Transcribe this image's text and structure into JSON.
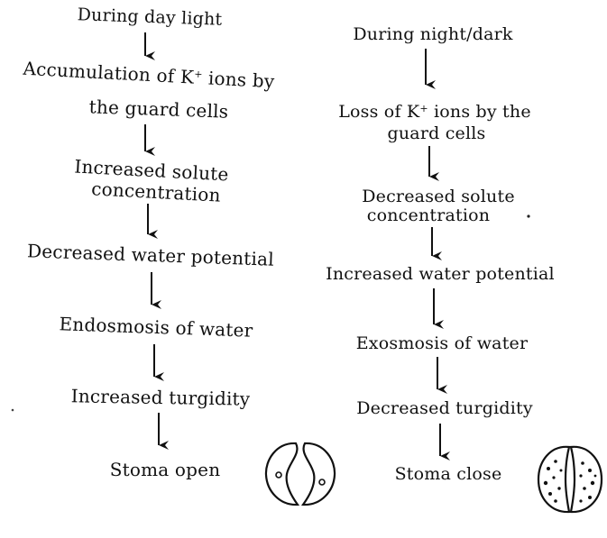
{
  "left_flow": {
    "start": "During day light",
    "step1_pre": "Accumulation of K",
    "step1_sup": "+",
    "step1_post": " ions by",
    "step1_line2": "the guard cells",
    "step2_line1": "Increased solute",
    "step2_line2": "concentration",
    "step3": "Decreased water potential",
    "step4": "Endosmosis of water",
    "step5": "Increased turgidity",
    "result": "Stoma open"
  },
  "right_flow": {
    "start": "During night/dark",
    "step1_pre": "Loss of K",
    "step1_sup": "+",
    "step1_post": " ions by the",
    "step1_line2": "guard cells",
    "step2_line1": "Decreased solute",
    "step2_line2": "concentration",
    "step3": "Increased water potential",
    "step4": "Exosmosis of water",
    "step5": "Decreased turgidity",
    "result": "Stoma close"
  },
  "icons": {
    "open": "stoma-open-icon",
    "closed": "stoma-closed-icon"
  }
}
